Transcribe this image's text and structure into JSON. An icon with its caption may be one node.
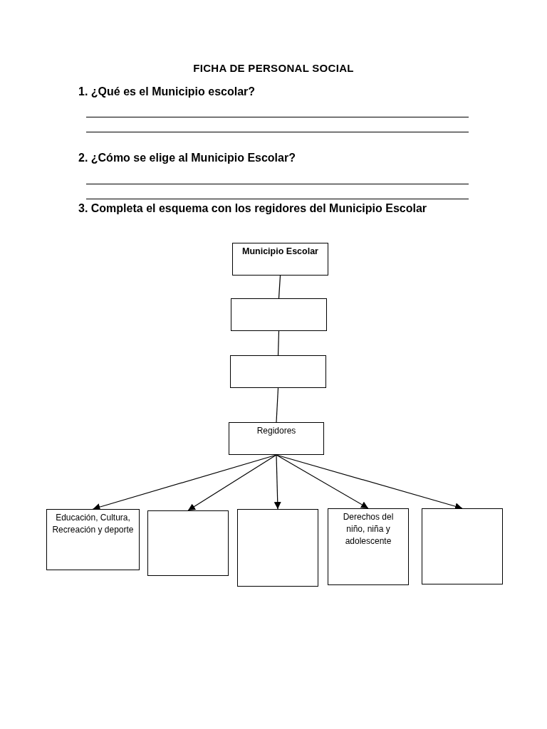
{
  "diagram": {
    "title": "FICHA DE PERSONAL SOCIAL",
    "nodes": [
      {
        "text": [
          "Municipio Escolar"
        ]
      },
      {
        "text": [],
        "shape": "box"
      },
      {
        "text": [],
        "shape": "box"
      },
      {
        "text": [
          "Regidores"
        ]
      },
      {
        "text": [
          "Educación, Cultura, Recreación y deporte"
        ]
      },
      {
        "text": [],
        "shape": "box"
      },
      {
        "text": [],
        "shape": "box"
      },
      {
        "text": [
          "Derechos del niño, niña y adolescente"
        ]
      },
      {
        "text": [],
        "shape": "box"
      }
    ],
    "edges": [
      {
        "from": 0,
        "to": 1,
        "arrow": "none"
      },
      {
        "from": 1,
        "to": 2,
        "arrow": "none"
      },
      {
        "from": 2,
        "to": 3,
        "arrow": "none"
      },
      {
        "from": 3,
        "to": 4,
        "arrow": "to"
      },
      {
        "from": 3,
        "to": 5,
        "arrow": "to"
      },
      {
        "from": 3,
        "to": 6,
        "arrow": "to"
      },
      {
        "from": 3,
        "to": 7,
        "arrow": "to"
      },
      {
        "from": 3,
        "to": 8,
        "arrow": "to"
      }
    ],
    "labels": [
      "1. ¿Qué es el Municipio escolar?",
      "2. ¿Cómo se elige al Municipio Escolar?",
      "3. Completa el esquema con los regidores del Municipio Escolar"
    ]
  }
}
